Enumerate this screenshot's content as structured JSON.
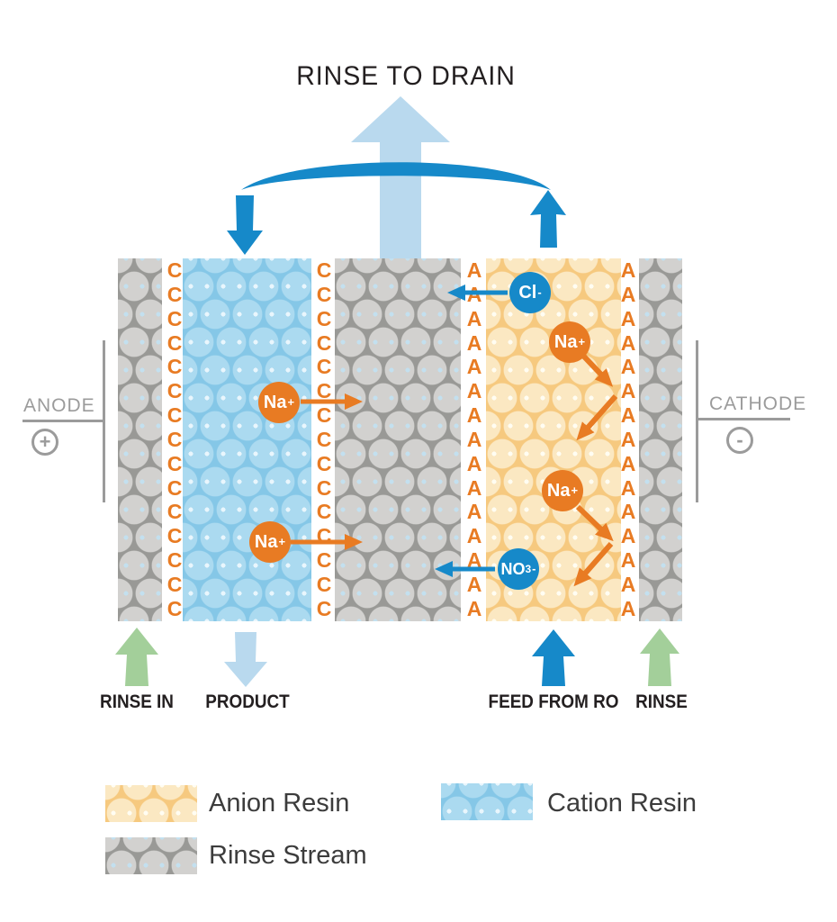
{
  "title": "RINSE TO DRAIN",
  "electrodes": {
    "anode": {
      "label": "ANODE",
      "sign": "+"
    },
    "cathode": {
      "label": "CATHODE",
      "sign": "-"
    }
  },
  "membranes": [
    {
      "letter": "C",
      "count": 15
    },
    {
      "letter": "C",
      "count": 15
    },
    {
      "letter": "A",
      "count": 15
    },
    {
      "letter": "A",
      "count": 15
    }
  ],
  "ions": [
    {
      "base": "Na",
      "sup": "+"
    },
    {
      "base": "Na",
      "sup": "+"
    },
    {
      "base": "Cl",
      "sup": "-"
    },
    {
      "base": "Na",
      "sup": "+"
    },
    {
      "base": "Na",
      "sup": "+"
    },
    {
      "base": "NO",
      "sub": "3",
      "sup": "-"
    }
  ],
  "bottom_flows": [
    {
      "label": "RINSE IN"
    },
    {
      "label": "PRODUCT"
    },
    {
      "label": "FEED FROM RO"
    },
    {
      "label": "RINSE"
    }
  ],
  "legend": [
    {
      "label": "Anion Resin"
    },
    {
      "label": "Cation Resin"
    },
    {
      "label": "Rinse Stream"
    }
  ],
  "colors": {
    "blue": "#1689c9",
    "light_blue": "#b9d9ee",
    "orange": "#e87b23",
    "green": "#a3cf9a",
    "anion_bg": "#f6c97f",
    "anion_circle": "#fbe8c2",
    "anion_dot": "#fffdf2",
    "cation_bg": "#85c7e7",
    "cation_circle": "#abdaf0",
    "cation_dot": "#e9f6fd",
    "rinse_bg": "#999996",
    "rinse_circle": "#d2d1cf",
    "rinse_dot": "#c3e0ef",
    "text_dark": "#231f20",
    "text_medium": "#3c3c3c",
    "text_gray": "#9b9b9b"
  }
}
